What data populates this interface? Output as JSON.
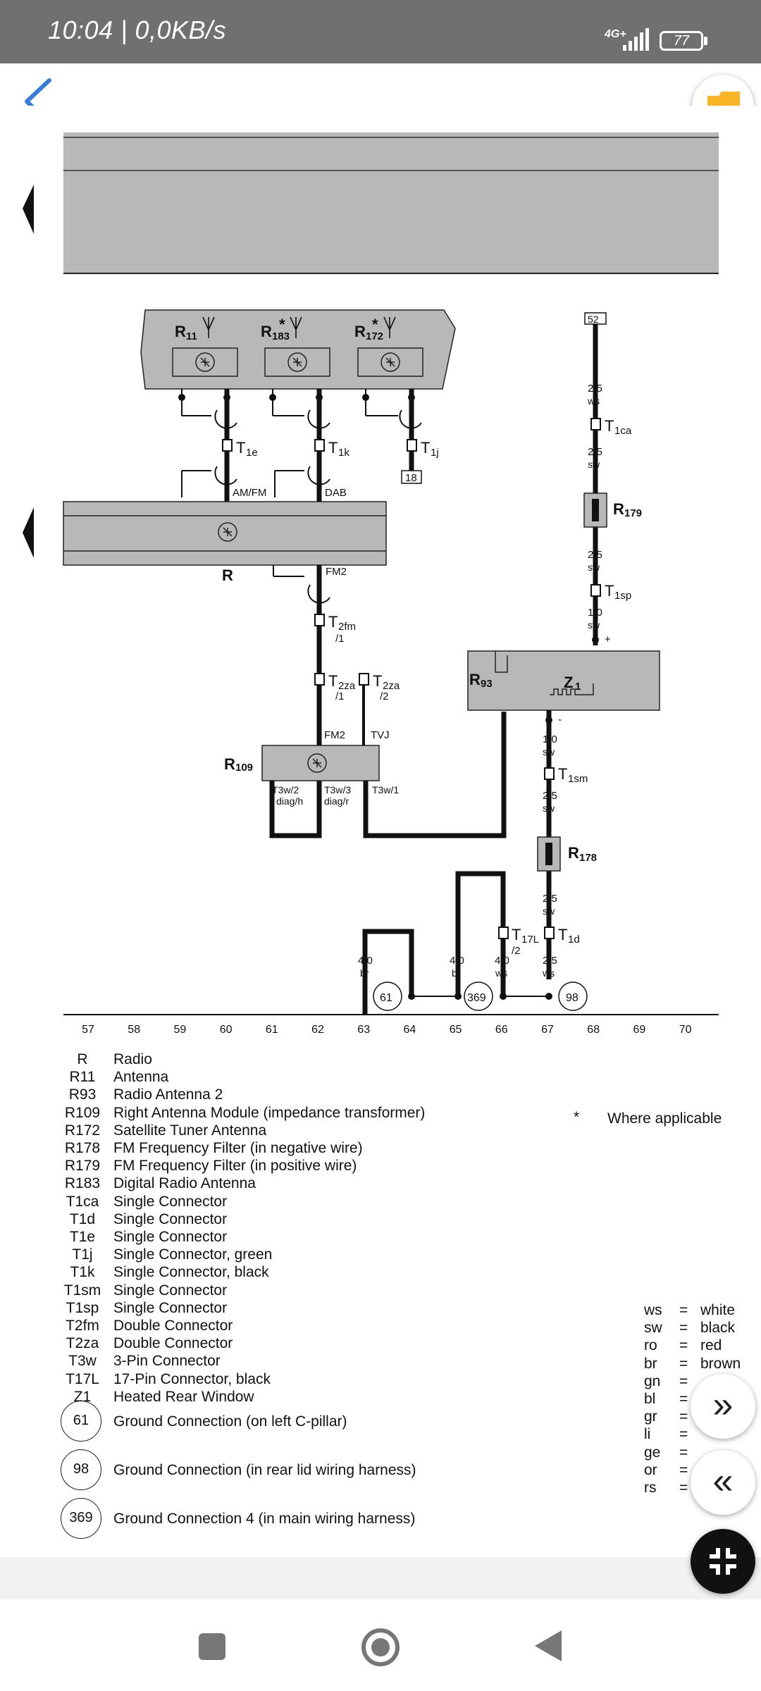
{
  "status_bar": {
    "time": "10:04 | 0,0KB/s",
    "network": "4G+",
    "battery": "77"
  },
  "diagram": {
    "components": {
      "R11": "R",
      "R11_sub": "11",
      "R183": "R",
      "R183_sub": "183",
      "R172": "R",
      "R172_sub": "172",
      "R": "R",
      "R109": "R",
      "R109_sub": "109",
      "R179": "R",
      "R179_sub": "179",
      "R178": "R",
      "R178_sub": "178",
      "R93": "R",
      "R93_sub": "93",
      "Z1": "Z",
      "Z1_sub": "1"
    },
    "wire_labels": {
      "am_fm": "AM/FM",
      "dab": "DAB",
      "fm2_top": "FM2",
      "fm2_mid": "FM2",
      "tvj": "TVJ",
      "t3w2": "T3w/2",
      "t3w2_b": "diag/h",
      "t3w3": "T3w/3",
      "t3w3_b": "diag/r",
      "t3w1": "T3w/1"
    },
    "connectors": {
      "t1e": "T",
      "t1e_sub": "1e",
      "t1k": "T",
      "t1k_sub": "1k",
      "t1j": "T",
      "t1j_sub": "1j",
      "t2fm": "T",
      "t2fm_sub": "2fm",
      "t2fm_pin": "/1",
      "t2za1": "T",
      "t2za1_sub": "2za",
      "t2za1_pin": "/1",
      "t2za2": "T",
      "t2za2_sub": "2za",
      "t2za2_pin": "/2",
      "t1ca": "T",
      "t1ca_sub": "1ca",
      "t1sp": "T",
      "t1sp_sub": "1sp",
      "t1sm": "T",
      "t1sm_sub": "1sm",
      "t17l": "T",
      "t17l_sub": "17L",
      "t17l_pin": "/2",
      "t1d": "T",
      "t1d_sub": "1d"
    },
    "wire_specs": {
      "w52a": "2,5",
      "w52a_c": "ws",
      "w52b": "2,5",
      "w52b_c": "sw",
      "w52c": "2,5",
      "w52c_c": "sw",
      "w52d": "1,0",
      "w52d_c": "sw",
      "plus": "+",
      "minus": "-",
      "wz1": "1,0",
      "wz1_c": "sw",
      "wz2": "2,5",
      "wz2_c": "sw",
      "wz3": "2,5",
      "wz3_c": "sw",
      "w63": "4,0",
      "w63_c": "br",
      "w65": "4,0",
      "w65_c": "br",
      "w66": "4,0",
      "w66_c": "ws",
      "w67": "2,5",
      "w67_c": "ws"
    },
    "boxes": {
      "b52": "52",
      "b18": "18"
    },
    "grounds": {
      "g61": "61",
      "g369": "369",
      "g98": "98"
    },
    "asterisk": "*",
    "tracks": [
      "57",
      "58",
      "59",
      "60",
      "61",
      "62",
      "63",
      "64",
      "65",
      "66",
      "67",
      "68",
      "69",
      "70"
    ]
  },
  "legend": {
    "entries": [
      {
        "code": "R",
        "desc": "Radio"
      },
      {
        "code": "R11",
        "desc": "Antenna"
      },
      {
        "code": "R93",
        "desc": "Radio Antenna 2"
      },
      {
        "code": "R109",
        "desc": "Right Antenna Module (impedance transformer)"
      },
      {
        "code": "R172",
        "desc": "Satellite Tuner Antenna"
      },
      {
        "code": "R178",
        "desc": "FM Frequency Filter (in negative wire)"
      },
      {
        "code": "R179",
        "desc": "FM Frequency Filter (in positive wire)"
      },
      {
        "code": "R183",
        "desc": "Digital Radio Antenna"
      },
      {
        "code": "T1ca",
        "desc": "Single Connector"
      },
      {
        "code": "T1d",
        "desc": "Single Connector"
      },
      {
        "code": "T1e",
        "desc": "Single Connector"
      },
      {
        "code": "T1j",
        "desc": "Single Connector, green"
      },
      {
        "code": "T1k",
        "desc": "Single Connector, black"
      },
      {
        "code": "T1sm",
        "desc": "Single Connector"
      },
      {
        "code": "T1sp",
        "desc": "Single Connector"
      },
      {
        "code": "T2fm",
        "desc": "Double Connector"
      },
      {
        "code": "T2za",
        "desc": "Double Connector"
      },
      {
        "code": "T3w",
        "desc": "3-Pin Connector"
      },
      {
        "code": "T17L",
        "desc": "17-Pin Connector, black"
      },
      {
        "code": "Z1",
        "desc": "Heated Rear Window"
      }
    ],
    "grounds": [
      {
        "num": "61",
        "desc": "Ground Connection (on left C-pillar)"
      },
      {
        "num": "98",
        "desc": "Ground Connection (in rear lid wiring harness)"
      },
      {
        "num": "369",
        "desc": "Ground Connection 4 (in main wiring harness)"
      }
    ],
    "note_star": "*",
    "note_text": "Where applicable",
    "colors": [
      {
        "code": "ws",
        "eq": "=",
        "name": "white"
      },
      {
        "code": "sw",
        "eq": "=",
        "name": "black"
      },
      {
        "code": "ro",
        "eq": "=",
        "name": "red"
      },
      {
        "code": "br",
        "eq": "=",
        "name": "brown"
      },
      {
        "code": "gn",
        "eq": "=",
        "name": ""
      },
      {
        "code": "bl",
        "eq": "=",
        "name": ""
      },
      {
        "code": "gr",
        "eq": "=",
        "name": ""
      },
      {
        "code": "li",
        "eq": "=",
        "name": ""
      },
      {
        "code": "ge",
        "eq": "=",
        "name": ""
      },
      {
        "code": "or",
        "eq": "=",
        "name": ""
      },
      {
        "code": "rs",
        "eq": "=",
        "name": ""
      }
    ]
  },
  "fab": {
    "next": "»",
    "prev": "«"
  },
  "theme": {
    "status_bg": "#707070",
    "accent_blue": "#3b7ddd",
    "folder": "#f9b526",
    "panel_gray": "#b8b8b8"
  }
}
